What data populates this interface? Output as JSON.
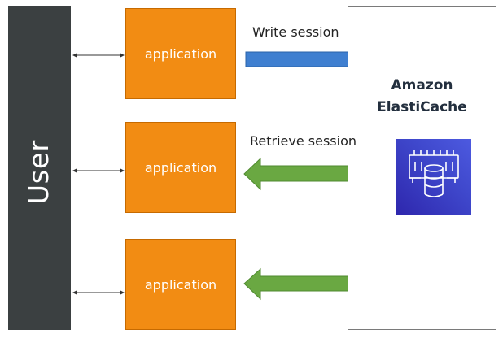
{
  "user": {
    "label": "User"
  },
  "applications": [
    {
      "label": "application"
    },
    {
      "label": "application"
    },
    {
      "label": "application"
    }
  ],
  "cache": {
    "title_line1": "Amazon",
    "title_line2": "ElastiCache",
    "icon": "elasticache-icon"
  },
  "flows": {
    "write_label": "Write session",
    "retrieve_label": "Retrieve session"
  },
  "colors": {
    "user_bar": "#3b4041",
    "application": "#f28c13",
    "write_arrow": "#3f7fd0",
    "retrieve_arrow": "#6aa842",
    "cache_icon": "#3f48cc"
  }
}
